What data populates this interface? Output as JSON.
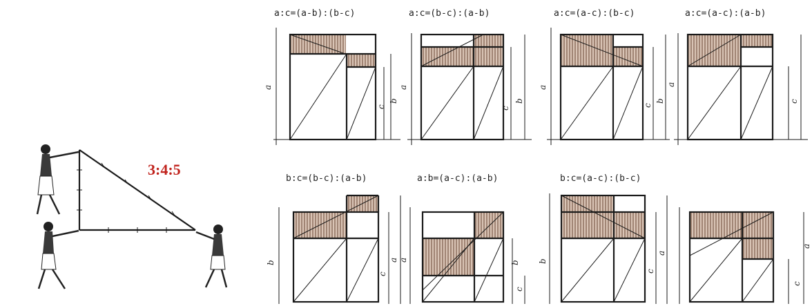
{
  "ratio_label": "3:4:5",
  "formulas": [
    "a:c=(a-b):(b-c)",
    "a:c=(b-c):(a-b)",
    "a:c=(a-c):(b-c)",
    "a:c=(a-c):(a-b)",
    "b:c=(b-c):(a-b)",
    "a:b=(a-c):(a-b)",
    "b:c=(a-c):(b-c)"
  ],
  "side_labels": {
    "a": "a",
    "b": "b",
    "c": "c"
  },
  "colors": {
    "ratio": "#c0221c",
    "hatch": "#b89a85",
    "ink": "#1a1a1a"
  }
}
